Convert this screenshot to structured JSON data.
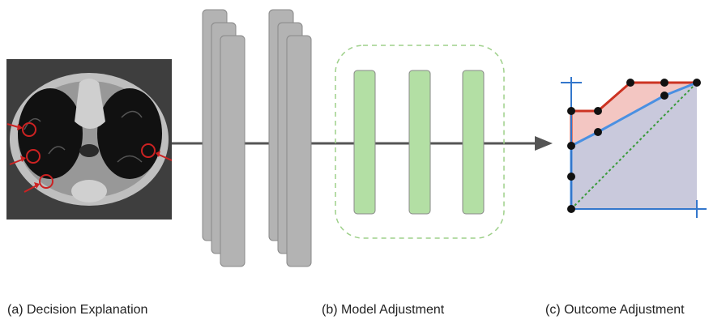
{
  "captions": {
    "decision_explanation": "(a) Decision Explanation",
    "model_adjustment": "(b) Model Adjustment",
    "outcome_adjustment": "(c) Outcome Adjustment"
  },
  "icons": [
    "ct-scan-image",
    "arrow-icon",
    "circle-marker-icon"
  ],
  "colors": {
    "flow_line": "#555555",
    "dark_layer_fill": "#b3b3b3",
    "light_layer_fill": "#b3dfa4",
    "dashed_box_stroke": "#9ed08a",
    "annotation_red": "#cc2222",
    "upper_curve": "#cc3322",
    "upper_area": "#f3c6c2",
    "lower_curve": "#4a90e2",
    "lower_area": "#c9c9dc",
    "diagonal": "#3a9a3a",
    "axis": "#3377cc"
  }
}
